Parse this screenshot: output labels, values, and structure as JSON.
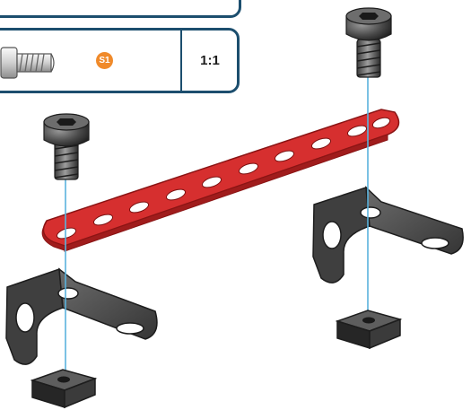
{
  "parts_list": {
    "items": [
      {
        "icon": "screw-icon",
        "badge": "S1"
      }
    ],
    "scale": "1:1"
  },
  "colors": {
    "panel_border": "#1c4e6e",
    "strip": "#d62f2f",
    "bracket": "#4b4b4b",
    "guide_line": "#5ab3dd",
    "badge": "#f08a2a"
  },
  "illustration": {
    "strip_holes": 10,
    "parts": [
      "screw-icon",
      "screw-icon",
      "perforated-strip",
      "angle-bracket",
      "angle-bracket",
      "square-nut",
      "square-nut"
    ]
  }
}
